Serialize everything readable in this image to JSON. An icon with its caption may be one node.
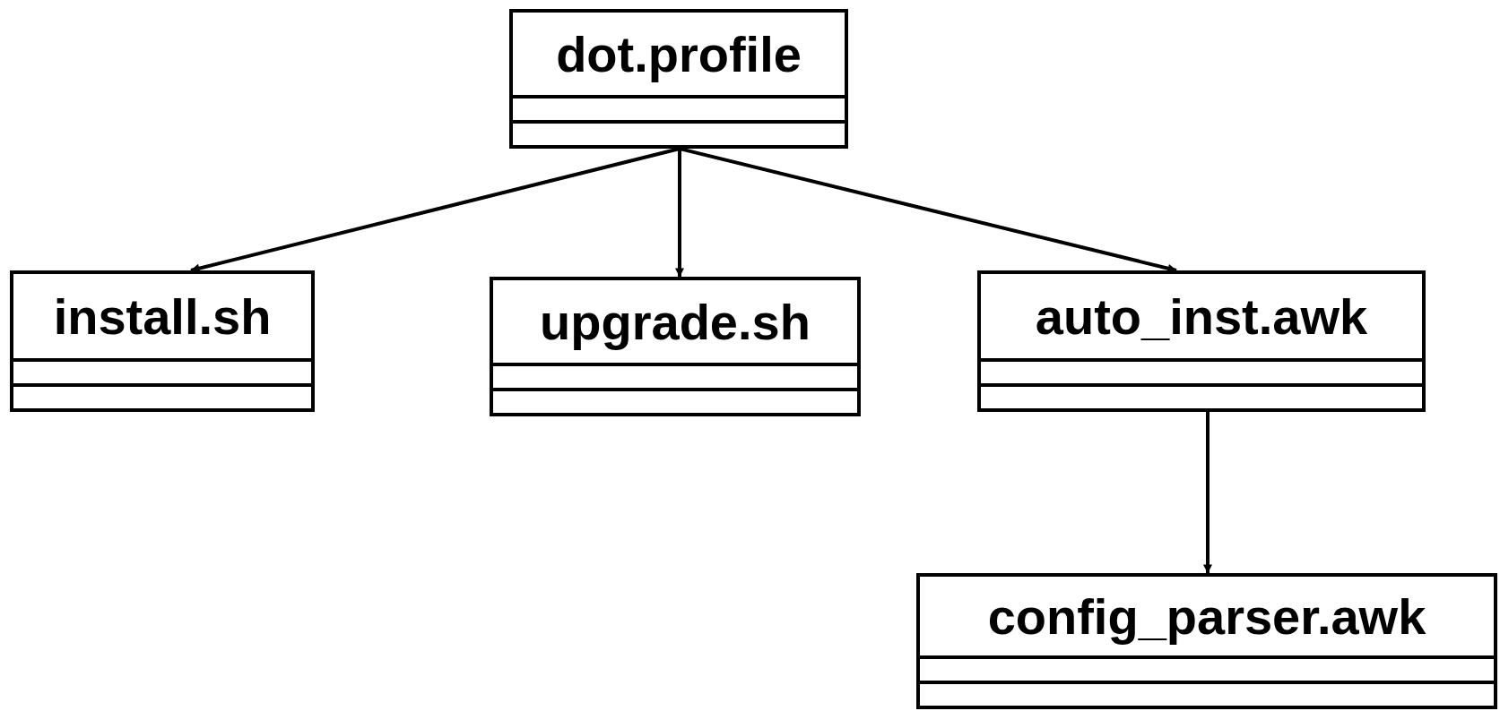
{
  "diagram": {
    "nodes": [
      {
        "text": [
          "dot.profile"
        ]
      },
      {
        "text": [
          "install.sh"
        ]
      },
      {
        "text": [
          "upgrade.sh"
        ]
      },
      {
        "text": [
          "auto_inst.awk"
        ]
      },
      {
        "text": [
          "config_parser.awk"
        ]
      }
    ],
    "edges": [
      {
        "from": 0,
        "to": 1,
        "arrow": "to"
      },
      {
        "from": 0,
        "to": 2,
        "arrow": "to"
      },
      {
        "from": 0,
        "to": 3,
        "arrow": "to"
      },
      {
        "from": 3,
        "to": 4,
        "arrow": "to"
      }
    ]
  }
}
